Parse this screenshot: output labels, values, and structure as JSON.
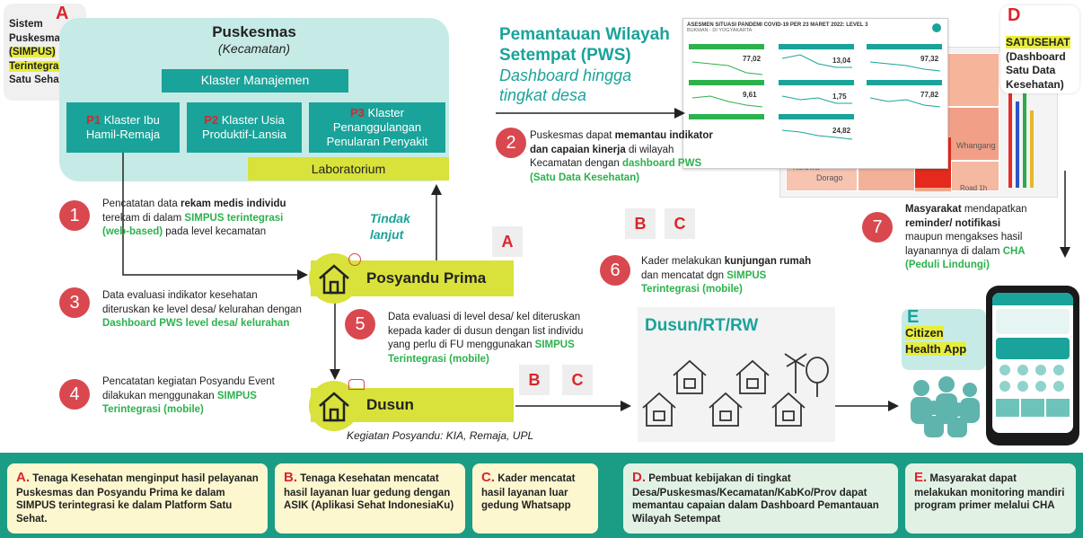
{
  "section_a": {
    "letter": "A",
    "line1": "Sistem",
    "line2": "Puskesmas",
    "line3": "(SIMPUS)",
    "line4": "Terintegrasi",
    "line5": "Satu Sehat"
  },
  "puskesmas": {
    "title": "Puskesmas",
    "subtitle": "(Kecamatan)",
    "manajemen": "Klaster Manajemen",
    "p1_tag": "P1",
    "p1": "Klaster Ibu Hamil-Remaja",
    "p2_tag": "P2",
    "p2": "Klaster Usia Produktif-Lansia",
    "p3_tag": "P3",
    "p3": "Klaster Penanggulangan Penularan Penyakit",
    "lab": "Laboratorium"
  },
  "pws": {
    "title1": "Pemantauan Wilayah",
    "title2": "Setempat (PWS)",
    "sub1": "Dashboard hingga",
    "sub2": "tingkat desa"
  },
  "section_d": {
    "letter": "D",
    "l1": "SATUSEHAT",
    "l2": "(Dashboard",
    "l3": "Satu Data",
    "l4": "Kesehatan)"
  },
  "steps": {
    "s1": {
      "n": "1",
      "a": "Pencatatan data ",
      "b": "rekam medis individu",
      "c": "terekam di dalam ",
      "d": "SIMPUS terintegrasi",
      "e": "(web-based)",
      "f": " pada level kecamatan"
    },
    "s2": {
      "n": "2",
      "a": "Puskesmas dapat ",
      "b": "memantau indikator",
      "c": "dan capaian kinerja",
      "d": " di wilayah",
      "e": "Kecamatan dengan ",
      "f": "dashboard PWS",
      "g": "(Satu Data Kesehatan)"
    },
    "s3": {
      "n": "3",
      "a": "Data evaluasi indikator kesehatan",
      "b": "diteruskan ke level desa/ kelurahan dengan",
      "c": "Dashboard PWS level desa/ kelurahan"
    },
    "s4": {
      "n": "4",
      "a": "Pencatatan kegiatan Posyandu Event",
      "b": "dilakukan menggunakan ",
      "c": "SIMPUS",
      "d": "Terintegrasi (mobile)"
    },
    "s5": {
      "n": "5",
      "a": "Data evaluasi di level desa/ kel diteruskan",
      "b": "kepada kader di dusun dengan list individu",
      "c": "yang perlu di FU menggunakan ",
      "d": "SIMPUS",
      "e": "Terintegrasi (mobile)"
    },
    "s6": {
      "n": "6",
      "a": "Kader melakukan ",
      "b": "kunjungan rumah",
      "c": "dan mencatat dgn ",
      "d": "SIMPUS",
      "e": "Terintegrasi (mobile)"
    },
    "s7": {
      "n": "7",
      "a": "Masyarakat",
      "b": " mendapatkan",
      "c": "reminder/ notifikasi",
      "d": "maupun mengakses hasil",
      "e": "layanannya di dalam ",
      "f": "CHA",
      "g": "(Peduli Lindungi)"
    }
  },
  "tindak": {
    "l1": "Tindak",
    "l2": "lanjut"
  },
  "badges": {
    "a": "A",
    "b": "B",
    "c": "C"
  },
  "posyandu": {
    "label": "Posyandu Prima"
  },
  "dusun": {
    "label": "Dusun",
    "kegiatan": "Kegiatan Posyandu: KIA, Remaja, UPL",
    "area": "Dusun/RT/RW"
  },
  "section_e": {
    "letter": "E",
    "l1": "Citizen",
    "l2": "Health App"
  },
  "bottom": {
    "a": {
      "letter": "A.",
      "text": " Tenaga Kesehatan menginput hasil pelayanan Puskesmas dan Posyandu Prima ke dalam SIMPUS terintegrasi ke dalam Platform Satu Sehat."
    },
    "b": {
      "letter": "B.",
      "text": " Tenaga Kesehatan mencatat hasil layanan luar gedung dengan ASIK (Aplikasi Sehat IndonesiaKu)"
    },
    "c": {
      "letter": "C.",
      "text": " Kader mencatat hasil layanan luar gedung Whatsapp"
    },
    "d": {
      "letter": "D.",
      "text": " Pembuat kebijakan di tingkat Desa/Puskesmas/Kecamatan/KabKo/Prov dapat memantau capaian dalam Dashboard Pemantauan Wilayah Setempat"
    },
    "e": {
      "letter": "E.",
      "text": " Masyarakat dapat melakukan monitoring mandiri program primer melalui CHA"
    }
  },
  "dashboard": {
    "header": "ASESMEN SITUASI PANDEMI COVID-19 PER 23 MARET 2022: LEVEL 3",
    "region": "BUKMAN - DI YOGYAKARTA",
    "v1": "77,02",
    "v2": "13,04",
    "v3": "97,32",
    "v4": "9,61",
    "v5": "1,75",
    "v6": "77,82",
    "v7": "24,82"
  },
  "treemap": {
    "t1": "Whangang",
    "t2": "Dorago",
    "t3": "Kolewa",
    "t4": "Road 1h"
  },
  "colors": {
    "teal": "#1aa39a",
    "light_teal": "#c6ebe6",
    "yellow": "#e8ee3a",
    "red": "#d9484f",
    "green": "#2bb24c",
    "bottom_bg": "#1b9c85"
  }
}
